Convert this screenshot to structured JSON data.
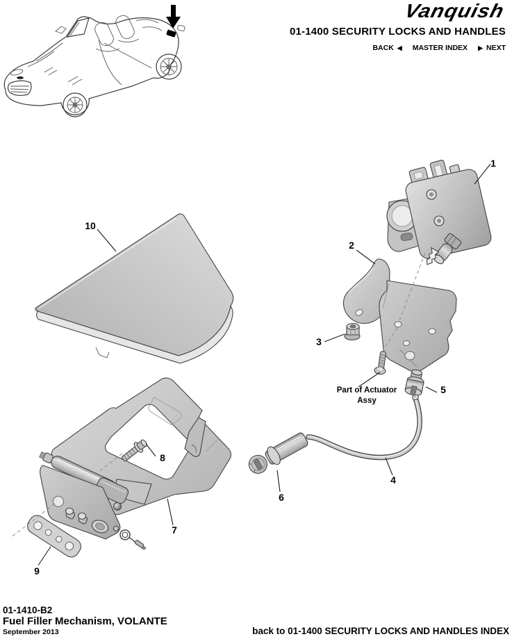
{
  "header": {
    "logo_text": "Vanquish",
    "section_title": "01-1400 SECURITY LOCKS AND HANDLES",
    "nav": {
      "back_label": "BACK",
      "back_arrow": "◀",
      "master_index_label": "MASTER INDEX",
      "next_arrow": "▶",
      "next_label": "NEXT"
    }
  },
  "diagram": {
    "callouts": [
      {
        "number": "1"
      },
      {
        "number": "2"
      },
      {
        "number": "3"
      },
      {
        "number": "4"
      },
      {
        "number": "5"
      },
      {
        "number": "6"
      },
      {
        "number": "7"
      },
      {
        "number": "8"
      },
      {
        "number": "9"
      },
      {
        "number": "10"
      }
    ],
    "note_line1": "Part of Actuator",
    "note_line2": "Assy"
  },
  "footer": {
    "doc_number": "01-1410-B2",
    "doc_title": "Fuel Filler Mechanism, VOLANTE",
    "doc_date": "September 2013",
    "back_link": "back to 01-1400 SECURITY LOCKS AND HANDLES INDEX"
  },
  "colors": {
    "text": "#000000",
    "part_fill": "#c8c8c8",
    "part_outline": "#424242",
    "dashed_line": "#8c8c8c",
    "page_background": "#ffffff"
  }
}
